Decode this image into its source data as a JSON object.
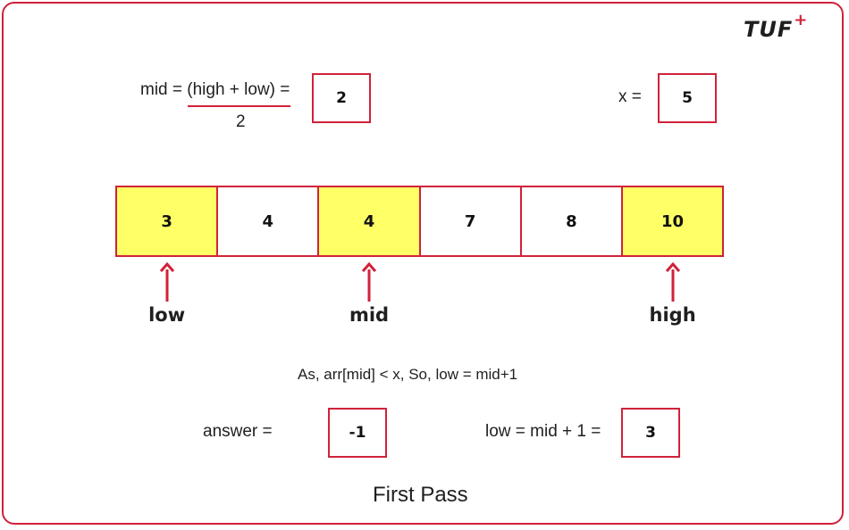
{
  "logo": {
    "text": "TUF",
    "plus": "+"
  },
  "mid_formula": {
    "numerator": "mid = (high + low) =",
    "denominator": "2",
    "value": "2"
  },
  "target": {
    "label": "x =",
    "value": "5"
  },
  "array": [
    {
      "value": "3",
      "highlight": true
    },
    {
      "value": "4",
      "highlight": false
    },
    {
      "value": "4",
      "highlight": true
    },
    {
      "value": "7",
      "highlight": false
    },
    {
      "value": "8",
      "highlight": false
    },
    {
      "value": "10",
      "highlight": true
    }
  ],
  "pointers": [
    {
      "label": "low",
      "index": 0
    },
    {
      "label": "mid",
      "index": 2
    },
    {
      "label": "high",
      "index": 5
    }
  ],
  "explanation": "As, arr[mid] < x, So, low = mid+1",
  "answer": {
    "label": "answer =",
    "value": "-1"
  },
  "low_update": {
    "label": "low = mid + 1 =",
    "value": "3"
  },
  "caption": "First Pass",
  "colors": {
    "accent": "#d0223a",
    "highlight": "#ffff66",
    "text": "#1f1f1f"
  }
}
